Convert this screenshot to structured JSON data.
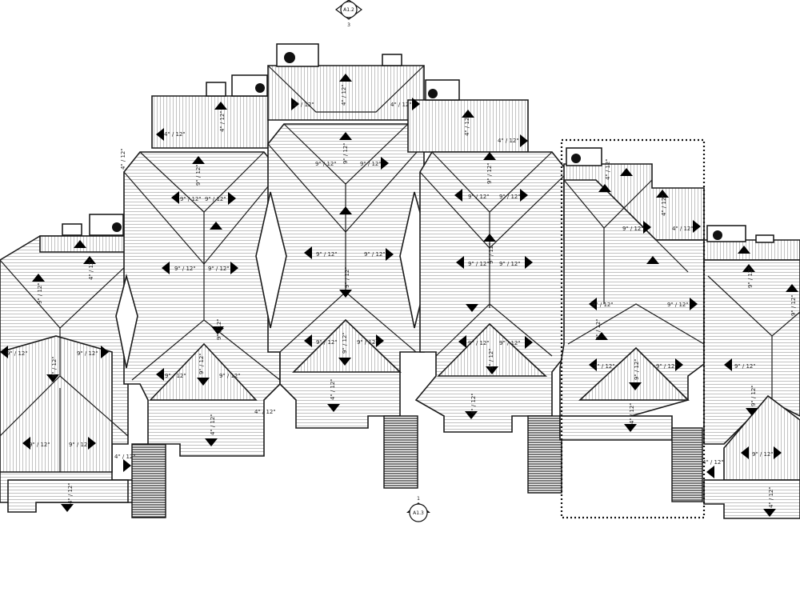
{
  "callouts": {
    "top": {
      "sheet": "A1.2",
      "number": "3"
    },
    "bottom": {
      "sheet": "A1.3",
      "number": "1"
    }
  },
  "pitches": {
    "p4": "4\" / 12\"",
    "p9": "9\" / 12\""
  },
  "colors": {
    "line": "#1a1a1a",
    "hatch": "#9a9a9a",
    "background": "#ffffff"
  }
}
